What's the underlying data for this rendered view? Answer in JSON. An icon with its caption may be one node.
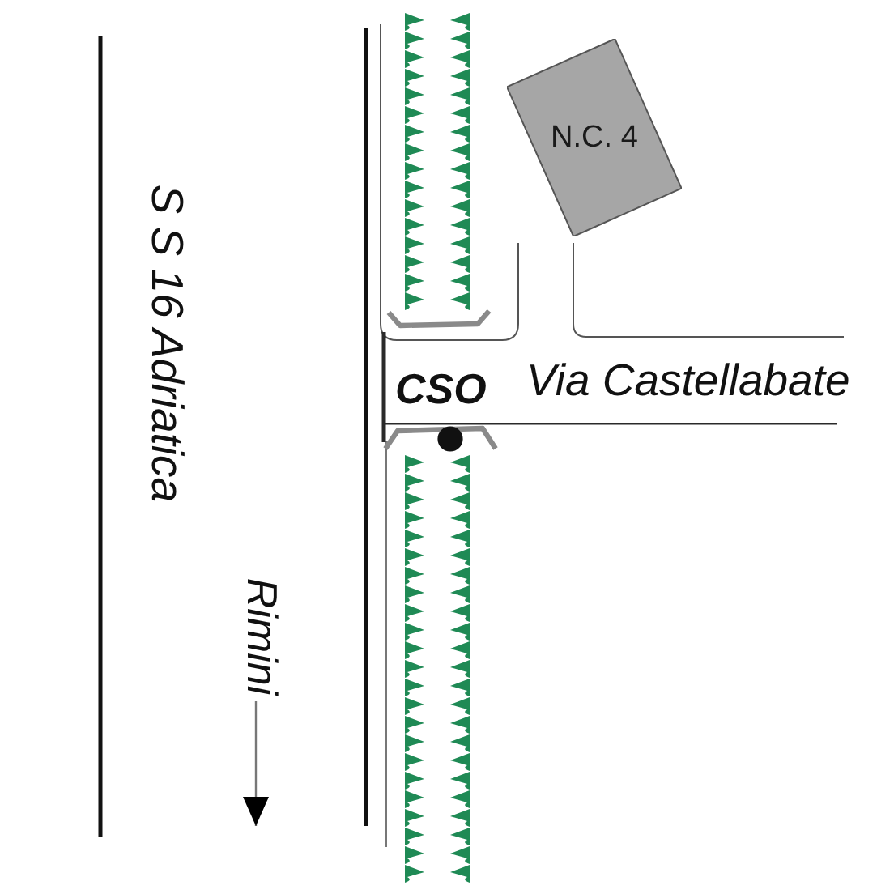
{
  "diagram": {
    "nodes": [
      {
        "text": [
          "N.C. 4"
        ]
      }
    ],
    "labels": [
      "S S 16 Adriatica",
      "CSO",
      "Via Castellabate",
      "Rimini"
    ]
  }
}
